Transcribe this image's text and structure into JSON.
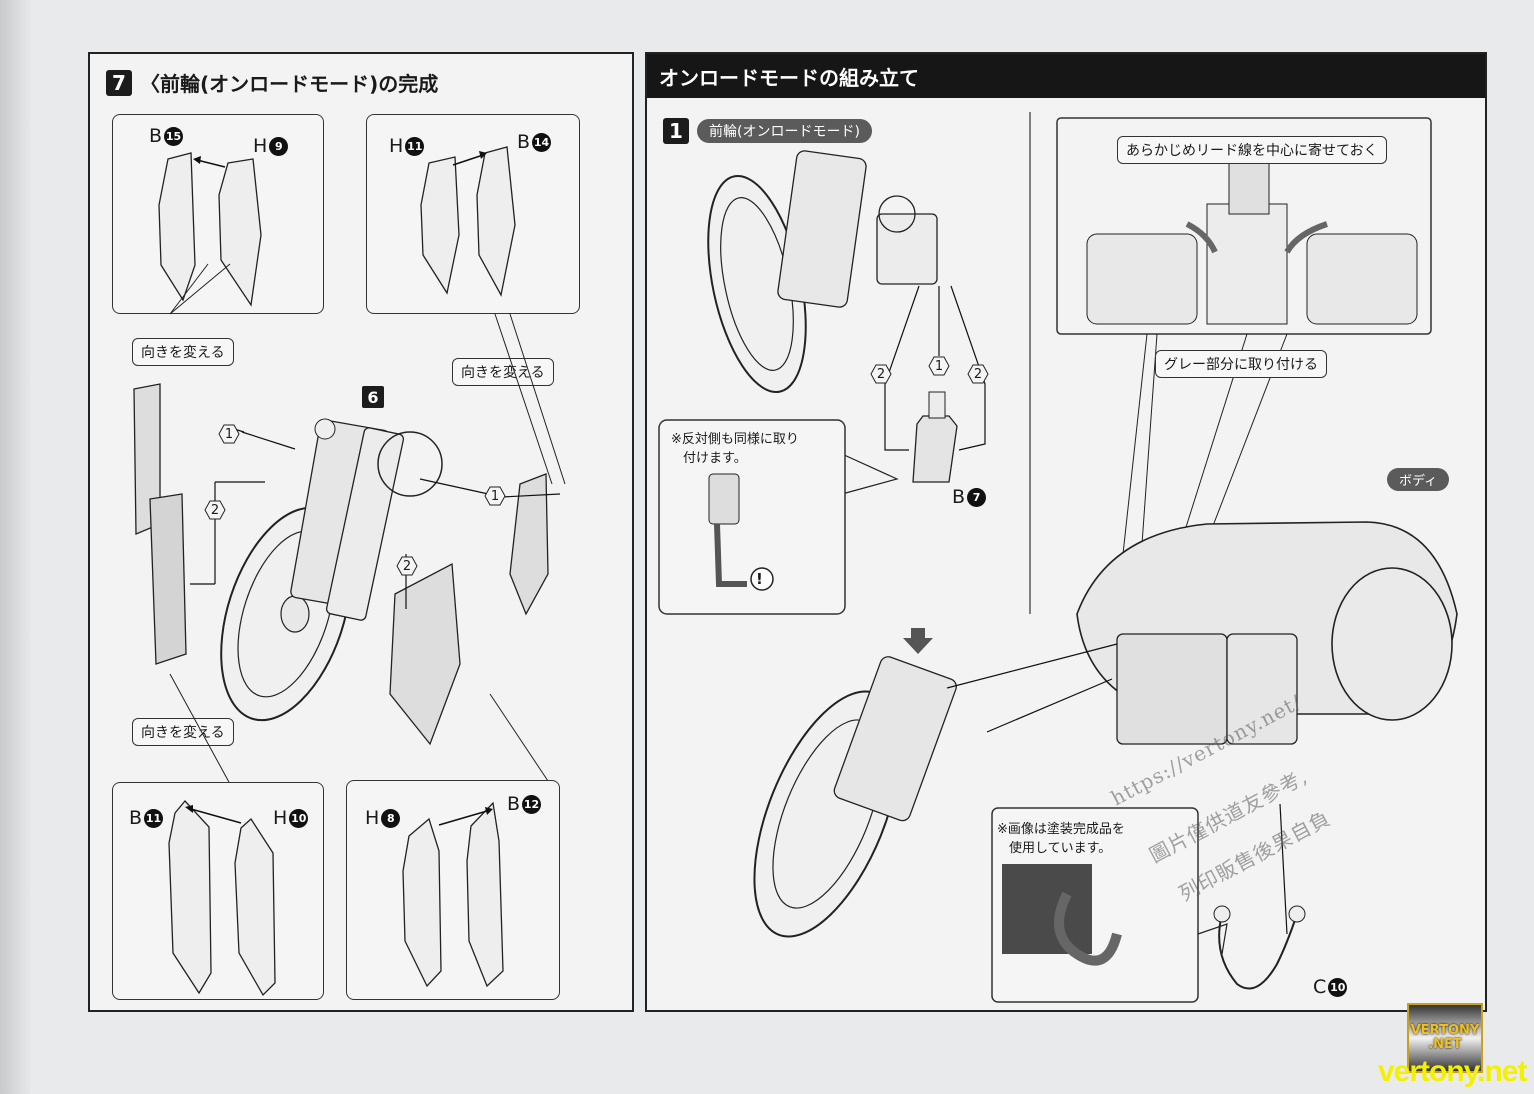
{
  "left_page": {
    "step_number": "7",
    "step_title": "〈前輪(オンロードモード)の完成",
    "sub_assembly_ref": "6",
    "top_left_panel": {
      "parts": [
        {
          "letter": "B",
          "num": "15"
        },
        {
          "letter": "H",
          "num": "9"
        }
      ]
    },
    "top_right_panel": {
      "parts": [
        {
          "letter": "H",
          "num": "11"
        },
        {
          "letter": "B",
          "num": "14"
        }
      ]
    },
    "bottom_left_panel": {
      "parts": [
        {
          "letter": "B",
          "num": "11"
        },
        {
          "letter": "H",
          "num": "10"
        }
      ]
    },
    "bottom_right_panel": {
      "parts": [
        {
          "letter": "H",
          "num": "8"
        },
        {
          "letter": "B",
          "num": "12"
        }
      ]
    },
    "callouts": [
      "向きを変える",
      "向きを変える",
      "向きを変える"
    ],
    "order_markers": [
      "1",
      "2",
      "1",
      "2"
    ]
  },
  "right_page": {
    "header": "オンロードモードの組み立て",
    "step_number": "1",
    "step_pill": "前輪(オンロードモード)",
    "order_markers": [
      "2",
      "1",
      "2"
    ],
    "part_b7": {
      "letter": "B",
      "num": "7"
    },
    "part_c10": {
      "letter": "C",
      "num": "10"
    },
    "note_opposite": [
      "※反対側も同様に取り",
      "付けます。"
    ],
    "caution_symbol": "!",
    "callout_top": "あらかじめリード線を中心に寄せておく",
    "callout_gray": "グレー部分に取り付ける",
    "body_pill": "ボディ",
    "note_painted": [
      "※画像は塗装完成品を",
      "使用しています。"
    ]
  },
  "watermark": {
    "url": "https://vertony.net/",
    "line1": "圖片僅供道友參考,",
    "line2": "列印販售後果自負"
  },
  "logo": {
    "line1": "VERTONY",
    "line2": ".NET",
    "site": "vertony.net"
  }
}
